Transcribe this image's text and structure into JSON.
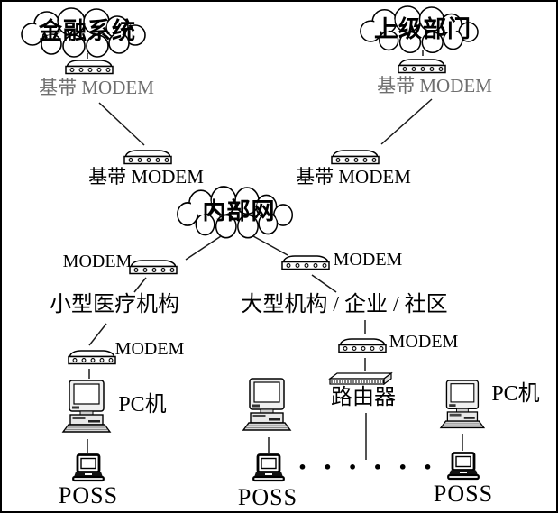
{
  "figure": {
    "type": "network-topology-diagram",
    "colors": {
      "line": "#000000",
      "muted_label": "#6e6e6e",
      "background": "#ffffff"
    },
    "nodes": {
      "cloud_financial": {
        "label": "金融系统"
      },
      "cloud_superior": {
        "label": "上级部门"
      },
      "cloud_internal": {
        "label": "内部网"
      },
      "modem_fin_upper": {
        "label": "基带 MODEM"
      },
      "modem_sup_upper": {
        "label": "基带 MODEM"
      },
      "modem_fin_lower": {
        "label": "基带 MODEM"
      },
      "modem_sup_lower": {
        "label": "基带 MODEM"
      },
      "modem_left_branch": {
        "label": "MODEM"
      },
      "modem_right_branch": {
        "label": "MODEM"
      },
      "org_small": {
        "label": "小型医疗机构"
      },
      "org_large": {
        "label": "大型机构 / 企业 / 社区"
      },
      "modem_small_org": {
        "label": "MODEM"
      },
      "modem_large_org": {
        "label": "MODEM"
      },
      "router": {
        "label": "路由器"
      },
      "pc_left": {
        "label": "PC机"
      },
      "pc_right": {
        "label": "PC机"
      },
      "poss_left": {
        "label": "POSS"
      },
      "poss_middle": {
        "label": "POSS"
      },
      "poss_right": {
        "label": "POSS"
      },
      "ellipsis": {
        "label": "• • • • • •"
      }
    }
  }
}
